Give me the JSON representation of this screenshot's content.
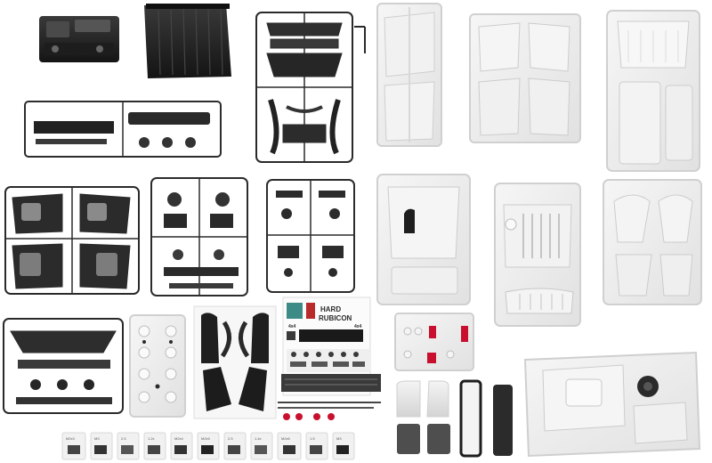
{
  "decal_sheet": {
    "line1": "HARD",
    "line2": "RUBICON",
    "tag_a": "4x4",
    "tag_b": "4x4"
  },
  "hardware_bags": {
    "labels": [
      "M2x3",
      "M3",
      "2.5",
      "1.2x",
      "M2x4",
      "M2x5",
      "2.5",
      "1.4x",
      "M2x6",
      "1.5",
      "M3"
    ]
  },
  "colors": {
    "background": "#ffffff",
    "black_plastic": "#2a2a2a",
    "white_plastic": "#ececec",
    "red_parts": "#c8102e",
    "clear_parts": "#d6d6d6"
  }
}
